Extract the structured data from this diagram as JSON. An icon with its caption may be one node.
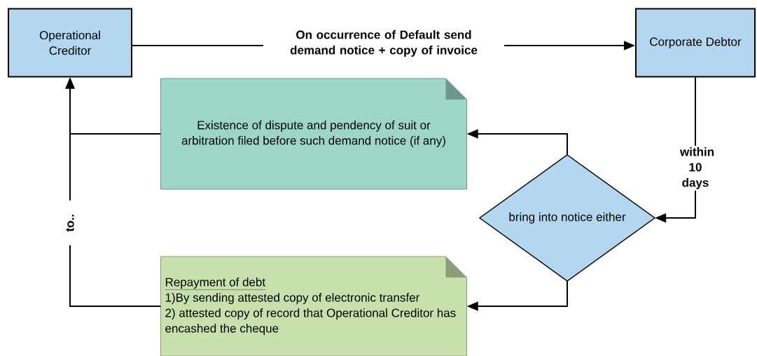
{
  "diagram": {
    "nodes": [
      {
        "text": [
          "Operational Creditor"
        ]
      },
      {
        "text": [
          "Corporate Debtor"
        ]
      },
      {
        "text": [
          "Existence of dispute and pendency of suit or arbitration filed before such demand notice (if any)"
        ]
      },
      {
        "text": [
          "bring into notice either"
        ]
      },
      {
        "text": [
          "Repayment of debt",
          "1)By sending attested copy of electronic transfer",
          "2) attested copy of record that Operational Creditor has encashed the cheque"
        ]
      }
    ],
    "edges": [
      {
        "from": 0,
        "to": 1,
        "arrow": "to",
        "label": "On occurrence of Default send demand notice + copy of invoice"
      },
      {
        "from": 1,
        "to": 3,
        "arrow": "to",
        "label": "within 10 days"
      },
      {
        "from": 3,
        "to": 2,
        "arrow": "to"
      },
      {
        "from": 3,
        "to": 4,
        "arrow": "to"
      },
      {
        "from": 2,
        "to": 0,
        "arrow": "to"
      },
      {
        "from": 4,
        "to": 0,
        "arrow": "to",
        "label": "to.."
      }
    ]
  }
}
